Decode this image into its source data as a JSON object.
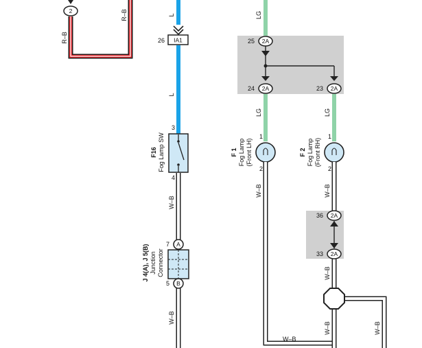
{
  "colors": {
    "wire_blue": "#1aa3e8",
    "wire_green": "#8fd3a8",
    "wire_red": "#e0242a",
    "connector_bg": "#d0d0d0",
    "component_fill": "#cfe8f6"
  },
  "wires": {
    "rb_left": "R–B",
    "rb_right": "R–B",
    "l_top": "L",
    "l_mid": "L",
    "w_b_fogsw": "W–B",
    "w_b_lower": "W–B",
    "lg_top": "LG",
    "lg_left": "LG",
    "lg_right": "LG",
    "w_b_f1": "W–B",
    "w_b_f2": "W–B",
    "w_b_f2_lower": "W–B",
    "w_b_f2_bottom": "W–B",
    "w_b_horizontal": "W–B",
    "w_b_far_right": "W–B"
  },
  "top_connector": {
    "pin": "2"
  },
  "ia1": {
    "pin": "26",
    "label": "IA1"
  },
  "fog_switch": {
    "ref": "F16",
    "name": "Fog Lamp SW",
    "pin_top": "3",
    "pin_bottom": "4"
  },
  "junction": {
    "ref": "J 4(A), J 5(B)",
    "name_line1": "Junction",
    "name_line2": "Connector",
    "pin_a": "7",
    "pin_a_label": "A",
    "pin_b": "5",
    "pin_b_label": "B"
  },
  "conn_2a_upper": {
    "tag": "2A",
    "pin_25": "25",
    "pin_24": "24",
    "pin_23": "23"
  },
  "fog_lamp_lh": {
    "ref": "F 1",
    "name_line1": "Fog Lamp",
    "name_line2": "(Front LH)",
    "pin_top": "1",
    "pin_bottom": "2"
  },
  "fog_lamp_rh": {
    "ref": "F 2",
    "name_line1": "Fog Lamp",
    "name_line2": "(Front RH)",
    "pin_top": "1",
    "pin_bottom": "2"
  },
  "conn_2a_lower": {
    "tag": "2A",
    "pin_36": "36",
    "pin_33": "33"
  }
}
